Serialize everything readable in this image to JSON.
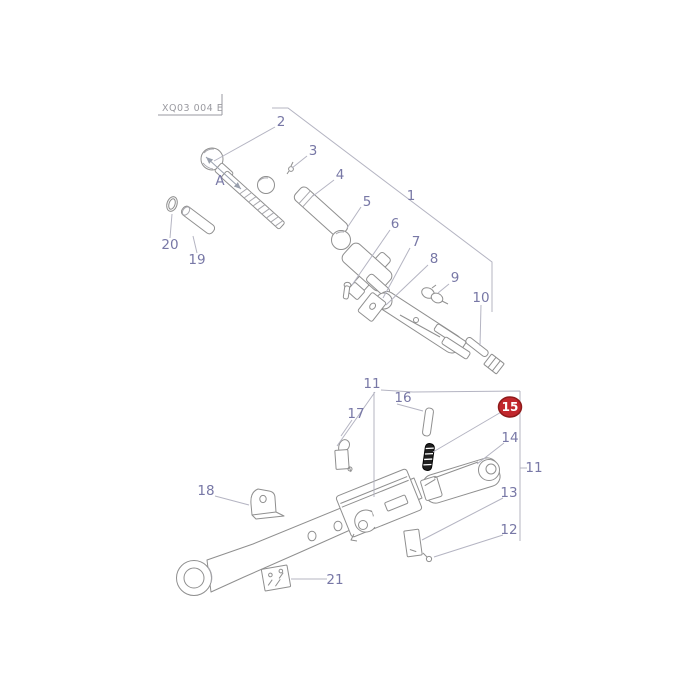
{
  "diagram": {
    "code": "XQ03 004 E",
    "dimension_label": "A"
  },
  "colors": {
    "background": "#ffffff",
    "callout_color": "#7878a6",
    "leader_color": "#b4b4c2",
    "part_line_color": "#8f8f8f",
    "code_color": "#9a9aa0",
    "highlight_fill": "#c1272d",
    "highlight_border": "#8e1a1a",
    "highlight_text": "#ffffff"
  },
  "callouts": {
    "c1": "1",
    "c2": "2",
    "c3": "3",
    "c4": "4",
    "c5": "5",
    "c6": "6",
    "c7": "7",
    "c8": "8",
    "c9": "9",
    "c10": "10",
    "c11a": "11",
    "c11b": "11",
    "c12": "12",
    "c13": "13",
    "c14": "14",
    "c15": "15",
    "c16": "16",
    "c17": "17",
    "c18": "18",
    "c19": "19",
    "c20": "20",
    "c21": "21"
  }
}
